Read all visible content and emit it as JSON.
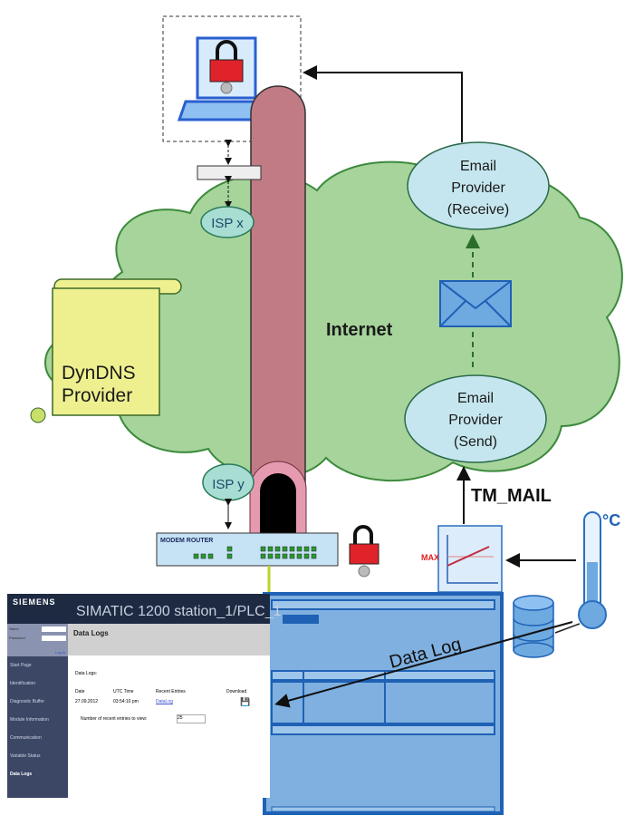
{
  "diagram": {
    "internet_label": "Internet",
    "isp_x": "ISP x",
    "isp_y": "ISP y",
    "dyndns_label_line1": "DynDNS",
    "dyndns_label_line2": "Provider",
    "email_receive": [
      "Email",
      "Provider",
      "(Receive)"
    ],
    "email_send": [
      "Email",
      "Provider",
      "(Send)"
    ],
    "tm_mail_label": "TM_MAIL",
    "data_log_label": "Data Log",
    "max_label": "MAX",
    "temperature_unit": "°C",
    "router_label": "MODEM ROUTER",
    "colors": {
      "cloud": "#a6d49a",
      "cloud_stroke": "#3c8a3c",
      "tunnel": "#c07b85",
      "ellipse": "#c5e6ee",
      "isp": "#a7ddd2",
      "scroll": "#eef08f",
      "plc_blue": "#7fb0e0",
      "plc_dark": "#1f62b5",
      "lock_red": "#e0232b"
    }
  },
  "webui": {
    "brand": "SIEMENS",
    "title": "SIMATIC 1200 station_1/PLC_1",
    "login": {
      "name_label": "Name",
      "password_label": "Password",
      "login_link": "Log in"
    },
    "nav": [
      "Start Page",
      "Identification",
      "Diagnostic Buffer",
      "Module Information",
      "Communication",
      "Variable Status",
      "Data Logs"
    ],
    "active_nav": "Data Logs",
    "page_heading": "Data Logs",
    "section_label": "Data Logs:",
    "table": {
      "headers": [
        "Date",
        "UTC Time",
        "Recent Entries",
        "Download"
      ],
      "rows": [
        {
          "date": "27.09.2012",
          "time": "03:54:10 pm",
          "entries": "DataLog"
        }
      ]
    },
    "recent_label": "Number of recent entries to view:",
    "recent_value": "25"
  }
}
